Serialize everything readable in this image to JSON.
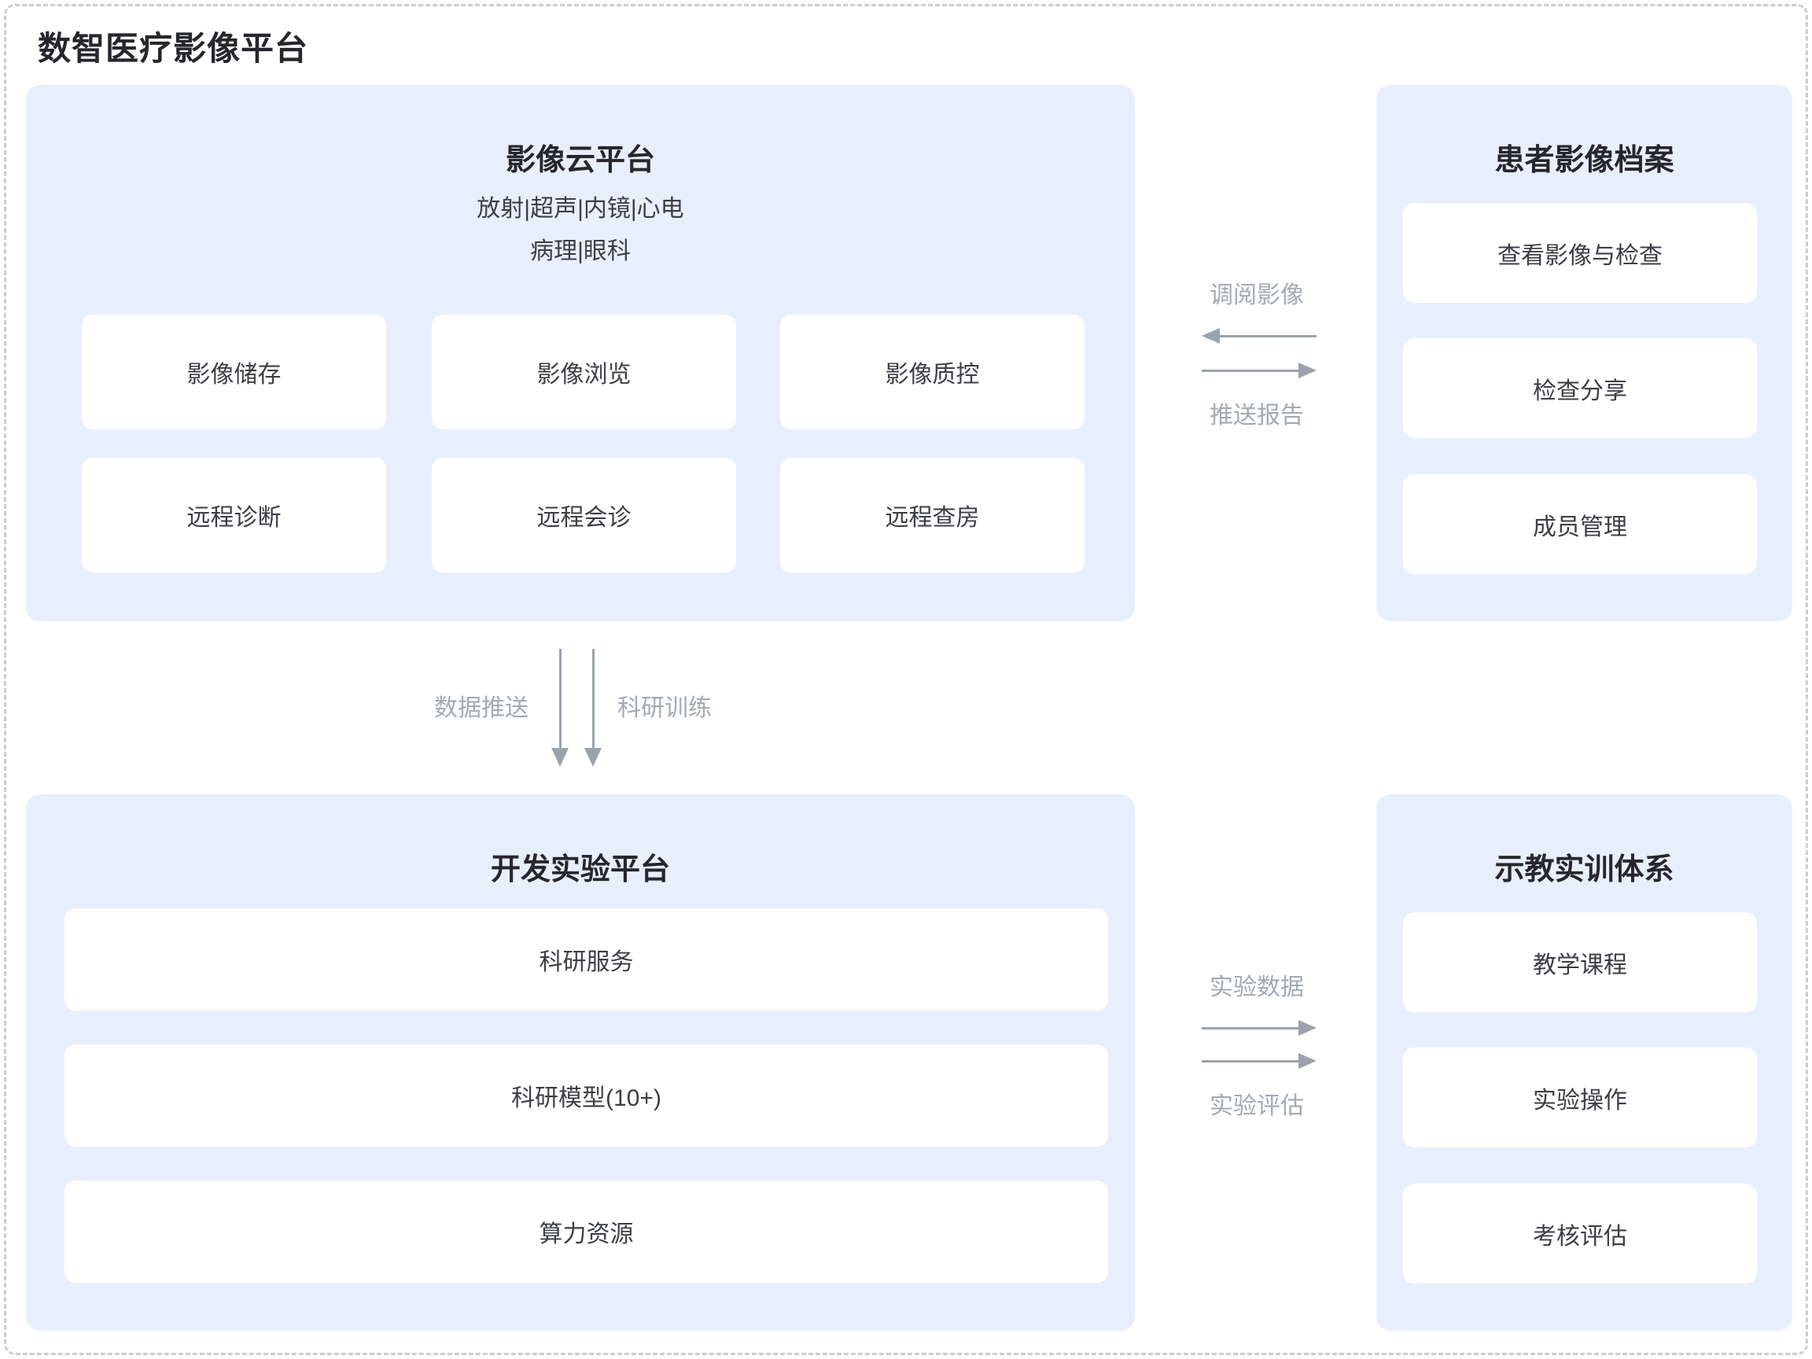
{
  "page": {
    "title": "数智医疗影像平台"
  },
  "colors": {
    "panel_bg": "#e8effc",
    "card_bg": "#ffffff",
    "title_text": "#26272c",
    "body_text": "#3c3e45",
    "arrow": "#9aa3ab",
    "flow_label_text": "#a3aab2",
    "page_border": "#c9cdd2"
  },
  "panels": {
    "imaging_cloud": {
      "title": "影像云平台",
      "subtitle_line1": "放射|超声|内镜|心电",
      "subtitle_line2": "病理|眼科",
      "boxes": [
        "影像储存",
        "影像浏览",
        "影像质控",
        "远程诊断",
        "远程会诊",
        "远程查房"
      ]
    },
    "patient_archive": {
      "title": "患者影像档案",
      "boxes": [
        "查看影像与检查",
        "检查分享",
        "成员管理"
      ]
    },
    "dev_lab": {
      "title": "开发实验平台",
      "boxes": [
        "科研服务",
        "科研模型(10+)",
        "算力资源"
      ]
    },
    "teaching": {
      "title": "示教实训体系",
      "boxes": [
        "教学课程",
        "实验操作",
        "考核评估"
      ]
    }
  },
  "arrows": {
    "retrieve_images": "调阅影像",
    "push_reports": "推送报告",
    "data_push": "数据推送",
    "research_training": "科研训练",
    "experiment_data": "实验数据",
    "experiment_eval": "实验评估"
  }
}
